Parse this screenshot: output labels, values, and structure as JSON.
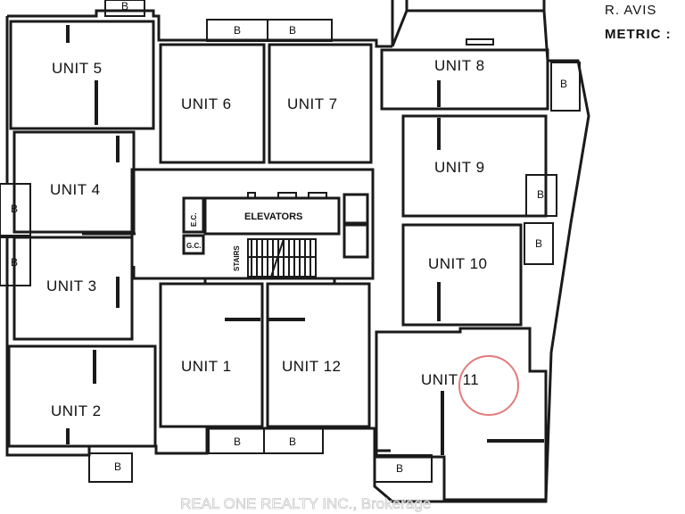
{
  "header": {
    "line1": "R.  AVIS",
    "line2": "METRIC :"
  },
  "units": {
    "u1": "UNIT 1",
    "u2": "UNIT 2",
    "u3": "UNIT 3",
    "u4": "UNIT 4",
    "u5": "UNIT 5",
    "u6": "UNIT 6",
    "u7": "UNIT 7",
    "u8": "UNIT 8",
    "u9": "UNIT 9",
    "u10": "UNIT 10",
    "u11": "UNIT 11",
    "u12": "UNIT 12"
  },
  "core": {
    "elevators": "ELEVATORS",
    "stairs": "STAIRS",
    "ec": "E.C.",
    "gc": "G.C."
  },
  "balcony_label": "B",
  "watermark": "REAL ONE REALTY INC., Brokerage",
  "colors": {
    "line": "#1a1a1a",
    "highlight_circle": "#e37b7b",
    "background": "#ffffff"
  }
}
